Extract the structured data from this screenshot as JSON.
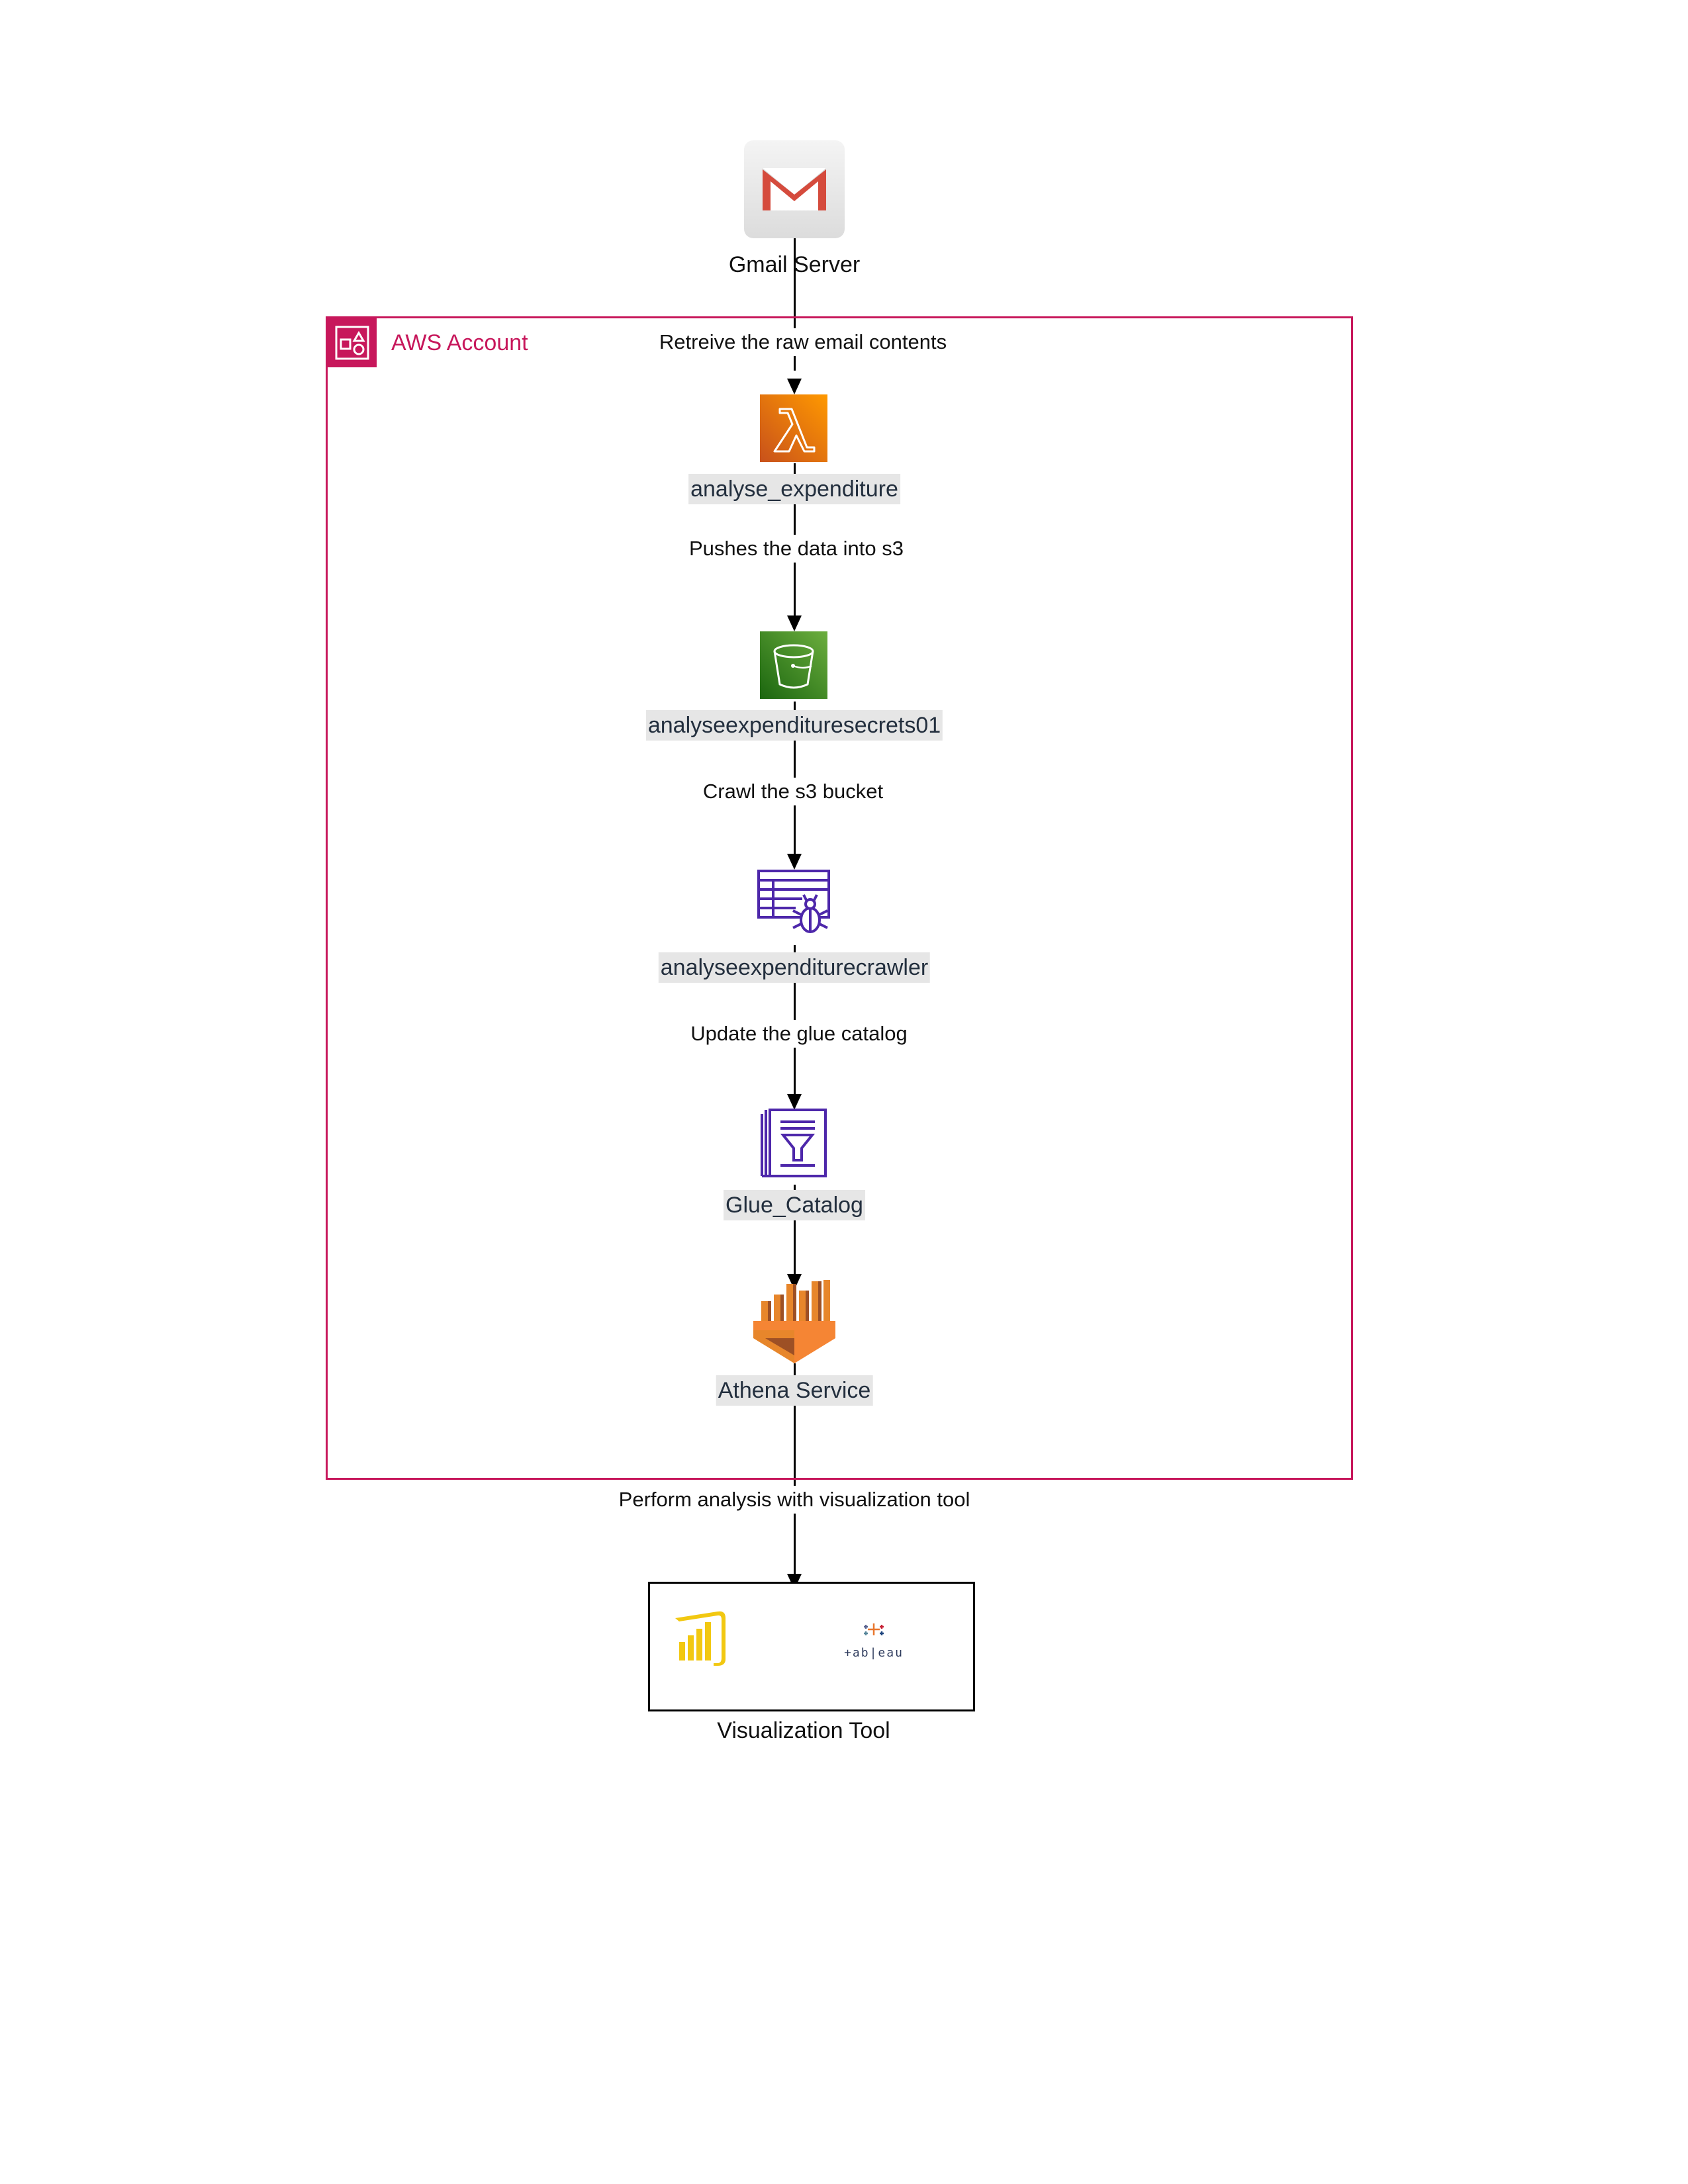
{
  "nodes": {
    "gmail": {
      "label": "Gmail Server",
      "icon": "gmail-icon"
    },
    "lambda": {
      "label": "analyse_expenditure",
      "icon": "aws-lambda-icon",
      "color": "#ed7100"
    },
    "s3": {
      "label": "analyseexpendituresecrets01",
      "icon": "aws-s3-bucket-icon",
      "color": "#3f8624"
    },
    "crawler": {
      "label": "analyseexpenditurecrawler",
      "icon": "glue-crawler-icon",
      "color": "#4d27aa"
    },
    "catalog": {
      "label": "Glue_Catalog",
      "icon": "glue-data-catalog-icon",
      "color": "#4d27aa"
    },
    "athena": {
      "label": "Athena Service",
      "icon": "aws-athena-icon",
      "color": "#e7862b"
    },
    "viz": {
      "label": "Visualization Tool",
      "icons": [
        "power-bi-icon",
        "tableau-icon"
      ],
      "tableau_text": "+ab|eau"
    }
  },
  "group": {
    "label": "AWS Account",
    "color": "#c7175b"
  },
  "edges": [
    {
      "label": "Retreive the raw email contents"
    },
    {
      "label": "Pushes the data into s3"
    },
    {
      "label": "Crawl the s3 bucket"
    },
    {
      "label": "Update the glue catalog"
    },
    {
      "label": "Perform analysis with visualization tool"
    }
  ]
}
